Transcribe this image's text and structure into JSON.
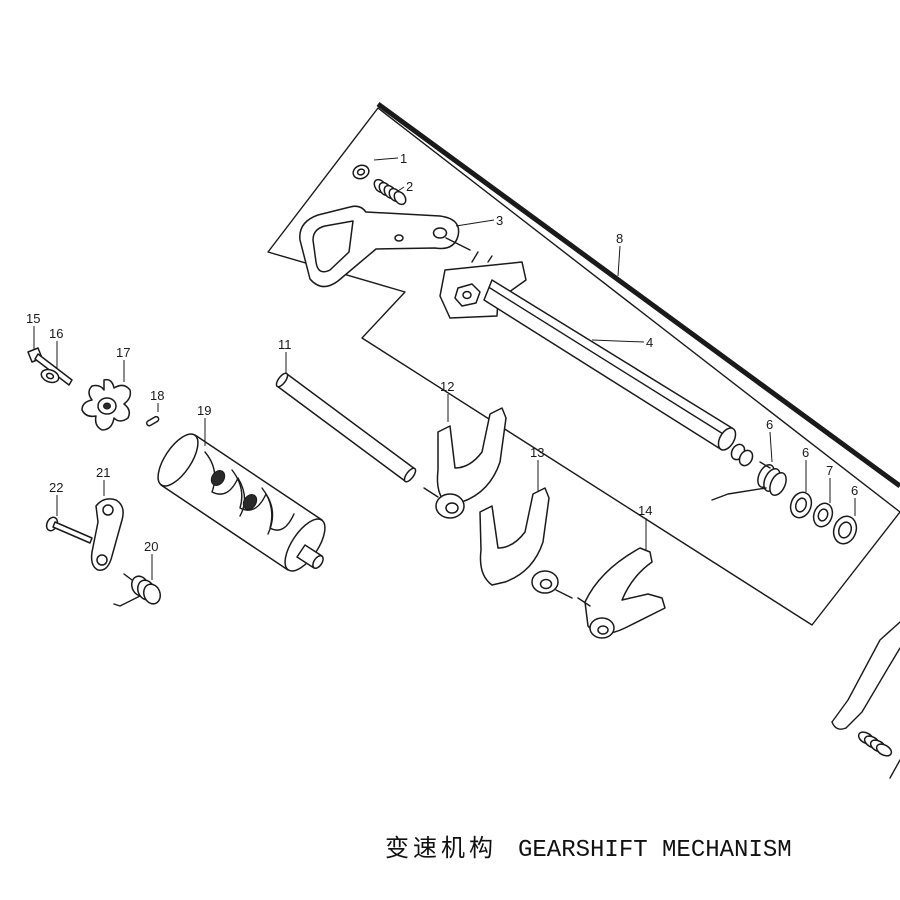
{
  "callouts": [
    "1",
    "2",
    "3",
    "8",
    "4",
    "6",
    "6",
    "7",
    "6",
    "15",
    "16",
    "17",
    "18",
    "19",
    "11",
    "12",
    "13",
    "14",
    "22",
    "21",
    "20"
  ],
  "caption": {
    "zh": "变速机构",
    "en": "GEARSHIFT MECHANISM"
  },
  "colors": {
    "line": "#1a1a1a",
    "background": "#ffffff"
  }
}
